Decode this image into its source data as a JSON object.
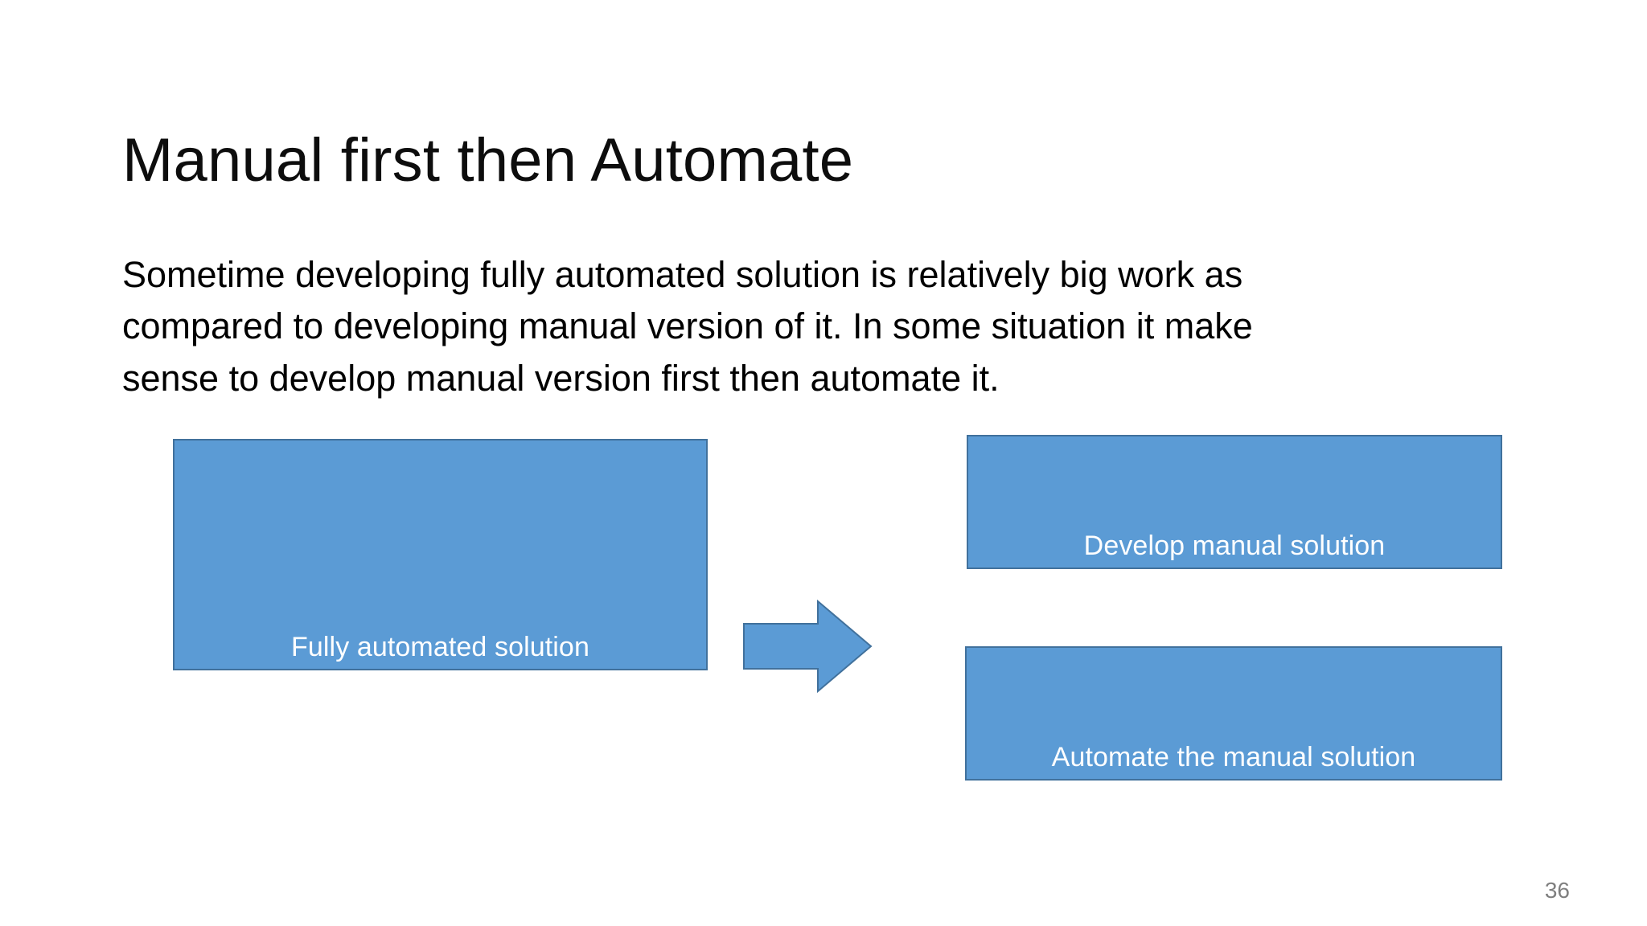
{
  "slide": {
    "title": "Manual first then Automate",
    "body_lines": [
      "Sometime developing fully automated solution is relatively big work as",
      "compared to developing manual version of it. In some situation it make",
      "sense to develop manual version first then automate it."
    ],
    "page_number": "36"
  },
  "diagram": {
    "boxes": [
      {
        "id": "fully-automated",
        "label": "Fully automated solution"
      },
      {
        "id": "develop-manual",
        "label": "Develop manual solution"
      },
      {
        "id": "automate-manual",
        "label": "Automate the manual solution"
      }
    ],
    "arrow": {
      "direction": "right",
      "name": "right-arrow-icon"
    }
  },
  "colors": {
    "shape_fill": "#5B9BD5",
    "shape_stroke": "#41719C",
    "shape_text": "#FFFFFF",
    "title_text": "#0D0D0D",
    "body_text": "#000000",
    "page_number_text": "#7F7F7F",
    "background": "#FFFFFF"
  }
}
